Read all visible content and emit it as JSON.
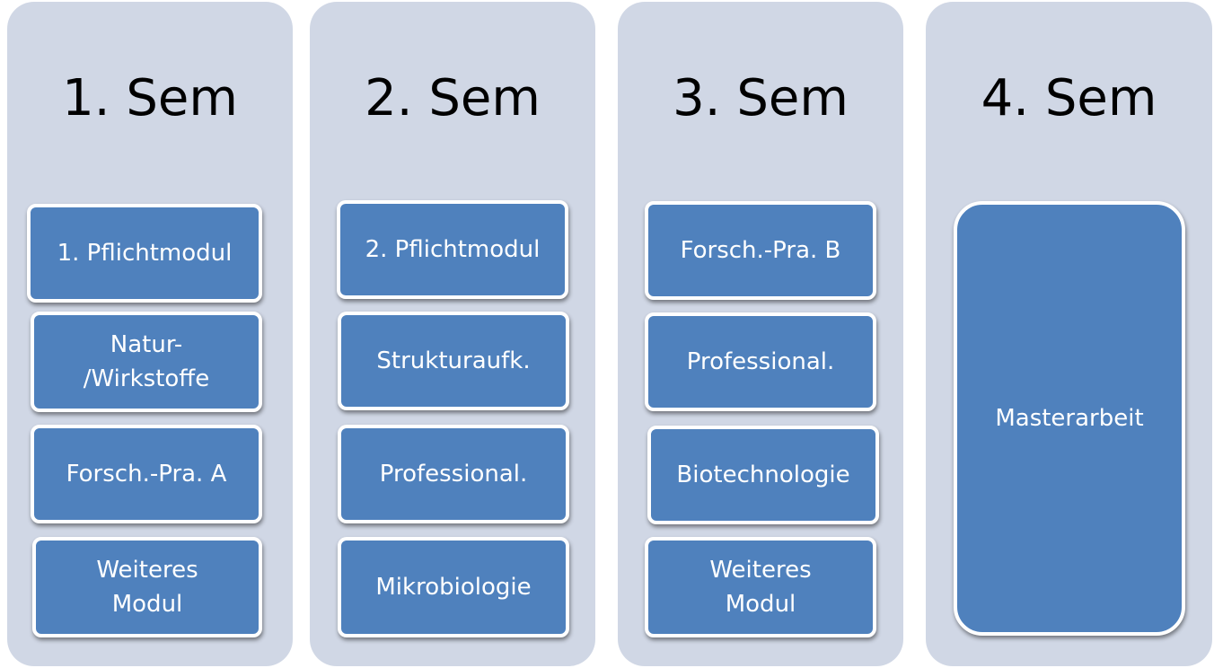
{
  "colors": {
    "column_bg": "#d0d7e5",
    "box_fill": "#4f81bd",
    "box_border": "#ffffff",
    "title_text": "#000000",
    "box_text": "#ffffff"
  },
  "semesters": [
    {
      "title": "1. Sem",
      "modules": [
        "1. Pflichtmodul",
        "Natur-\n/Wirkstoffe",
        "Forsch.-Pra. A",
        "Weiteres\nModul"
      ]
    },
    {
      "title": "2. Sem",
      "modules": [
        "2. Pflichtmodul",
        "Strukturaufk.",
        "Professional.",
        "Mikrobiologie"
      ]
    },
    {
      "title": "3. Sem",
      "modules": [
        "Forsch.-Pra. B",
        "Professional.",
        "Biotechnologie",
        "Weiteres\nModul"
      ]
    },
    {
      "title": "4. Sem",
      "modules": [
        "Masterarbeit"
      ]
    }
  ]
}
